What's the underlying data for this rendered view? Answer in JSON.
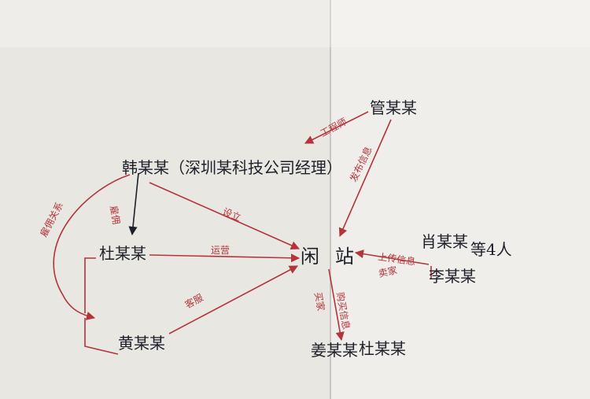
{
  "colors": {
    "paper_left": "#e9e7e2",
    "paper_right": "#efeeea",
    "ink_black": "#1d1f2a",
    "ink_red": "#b5343a"
  },
  "nodes": {
    "han": "韩某某（深圳某科技公司经理）",
    "du": "杜某某",
    "huang": "黄某某",
    "guan": "管某某",
    "wang": "闲",
    "wang2": "站",
    "xiao": "肖某某",
    "xiao_suffix": "等4人",
    "li": "李某某",
    "jiang": "姜某某",
    "du2": "杜某某"
  },
  "edges": {
    "han_to_wang": "设立",
    "du_to_wang": "运营",
    "huang_to_wang": "客服",
    "han_to_du": "雇佣",
    "han_to_huang": "雇佣关系",
    "guan_to_han": "工程师",
    "guan_to_wang": "发布信息",
    "xiao_li_to_wang": "上传信息",
    "xiao_li_to_wang_2": "卖家",
    "wang_to_jiang_1": "买家",
    "wang_to_jiang_2": "购买信息"
  }
}
